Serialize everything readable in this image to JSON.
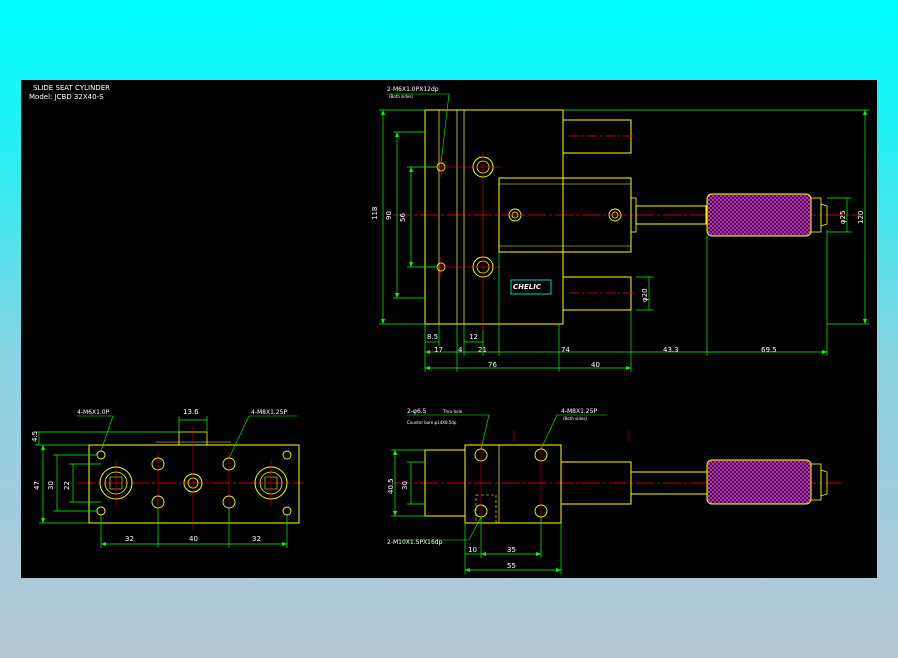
{
  "title": {
    "line1": "SLIDE SEAT CYLINDER",
    "line2": "Model: JCBD 32X40-S"
  },
  "brand_label": "CHELIC",
  "colors": {
    "outer_background_top": "#00ffff",
    "outer_background_bottom": "#b5c6d2",
    "drawing_background": "#000000",
    "outline": "#ffff00",
    "centerline": "#ff0000",
    "dimension": "#00ff00",
    "text": "#ffffff",
    "knurl": "#cc33cc",
    "brand_box": "#00ffff"
  },
  "top_view": {
    "callout_mount": "2-M6X1.0PX12dp",
    "callout_mount_sub": "(Both sides)",
    "dims": {
      "height_118": "118",
      "height_90": "90",
      "height_56": "56",
      "phi25": "φ25",
      "phi20": "φ20",
      "height_120": "120",
      "d8_5": "8.5",
      "d12": "12",
      "d17": "17",
      "d4": "4",
      "d21": "21",
      "d74": "74",
      "d43_3": "43.3",
      "d69_5": "69.5",
      "d76": "76",
      "d40": "40"
    }
  },
  "side_view": {
    "callout_m6": "4-M6X1.0P",
    "callout_m8": "4-M8X1.25P",
    "dims": {
      "d13_6": "13.6",
      "d4_5": "4.5",
      "d47": "47",
      "d30": "30",
      "d22": "22",
      "d32_left": "32",
      "d40": "40",
      "d32_right": "32"
    }
  },
  "front_view": {
    "callout_thru": "2-φ6.5",
    "callout_thru_sub": "Thru-hole",
    "callout_cbore": "Counter bore  φ14X8.5dp",
    "callout_m8": "4-M8X1.25P",
    "callout_m8_sub": "(Both sides)",
    "callout_m10": "2-M10X1.5PX16dp",
    "dims": {
      "d40_5": "40.5",
      "d30": "30",
      "d10": "10",
      "d35": "35",
      "d55": "55"
    }
  }
}
